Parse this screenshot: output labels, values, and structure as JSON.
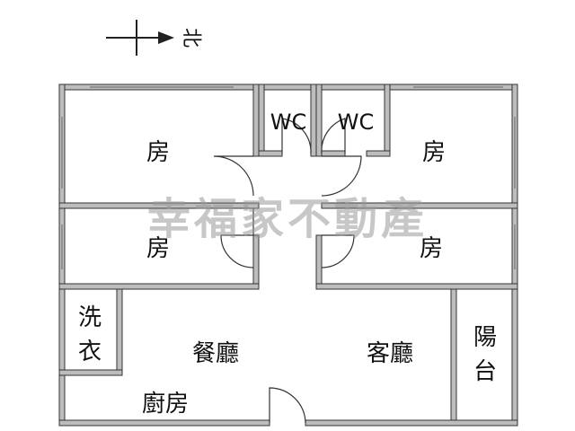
{
  "compass": {
    "label": "北",
    "arrow_icon": "arrow-right-icon"
  },
  "watermark": "幸福家不動產",
  "rooms": {
    "wc_left": "WC",
    "wc_right": "WC",
    "bedroom_top_left": "房",
    "bedroom_top_right": "房",
    "bedroom_mid_left": "房",
    "bedroom_mid_right": "房",
    "laundry_line1": "洗",
    "laundry_line2": "衣",
    "dining": "餐廳",
    "living": "客廳",
    "kitchen": "廚房",
    "balcony_line1": "陽",
    "balcony_line2": "台"
  },
  "colors": {
    "wall_outer": "#333333",
    "wall_fill": "#bdbdbd",
    "line": "#555555",
    "watermark": "#9a9a9a"
  }
}
